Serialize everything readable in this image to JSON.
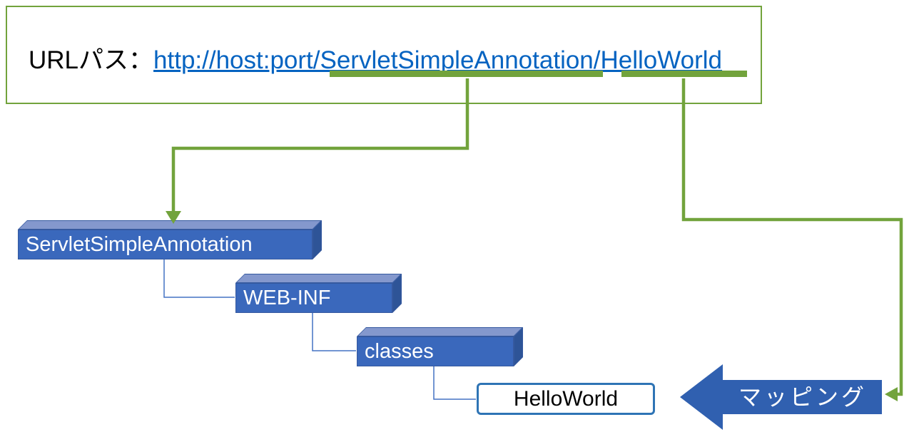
{
  "url_panel": {
    "label": "URLパス：",
    "url_text": "http://host:port/ServletSimpleAnnotation/HelloWorld"
  },
  "underlines": [
    {
      "segment": "ServletSimpleAnnotation"
    },
    {
      "segment": "HelloWorld"
    }
  ],
  "tree": {
    "nodes": [
      {
        "label": "ServletSimpleAnnotation"
      },
      {
        "label": "WEB-INF"
      },
      {
        "label": "classes"
      },
      {
        "label": "HelloWorld"
      }
    ]
  },
  "mapping_arrow": {
    "label": "マッピング"
  },
  "colors": {
    "accent_green": "#72A33C",
    "hyperlink_blue": "#0563C1",
    "cube_front": "#3A68BC",
    "cube_top": "#8498CD",
    "cube_side": "#2E5497",
    "cube_edge": "#35599F",
    "tree_line": "#4472C4",
    "class_box_border": "#2E74B5",
    "mapping_arrow_blue": "#3060B0"
  }
}
